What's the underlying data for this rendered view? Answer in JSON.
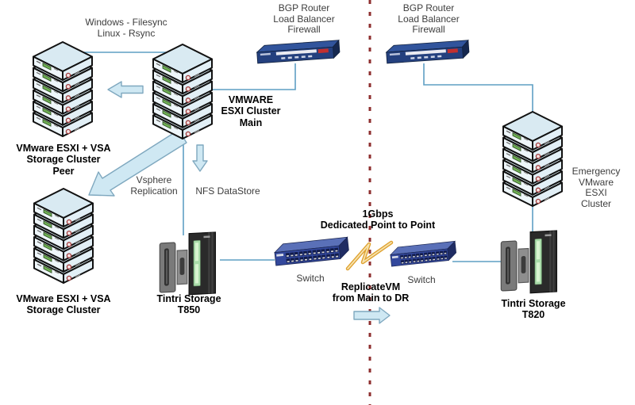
{
  "diagram": {
    "labels": {
      "sync_methods": "Windows - Filesync\nLinux - Rsync",
      "bgp_left": "BGP Router\nLoad Balancer\nFirewall",
      "bgp_right": "BGP Router\nLoad Balancer\nFirewall",
      "main_cluster": "VMWARE\nESXI Cluster\nMain",
      "peer_cluster": "VMware ESXI + VSA\nStorage Cluster\nPeer",
      "vsphere_replication": "Vsphere\nReplication",
      "nfs_datastore": "NFS DataStore",
      "storage_cluster": "VMware ESXI + VSA\nStorage Cluster",
      "tintri_t850": "Tintri Storage\nT850",
      "switch_left": "Switch",
      "switch_right": "Switch",
      "link_speed": "1Gbps\nDedicated Point to Point",
      "replicate_vm": "ReplicateVM\nfrom Main to DR",
      "tintri_t820": "Tintri Storage\nT820",
      "emergency_cluster": "Emergency\nVMware ESXI\nCluster"
    },
    "devices": {
      "server_stacks": [
        "vmware-esxi-vsa-storage-cluster-peer",
        "vmware-esxi-cluster-main",
        "vmware-esxi-vsa-storage-cluster",
        "emergency-vmware-esxi-cluster"
      ],
      "routers": [
        "bgp-router-firewall-main",
        "bgp-router-firewall-dr"
      ],
      "switches": [
        "switch-main",
        "switch-dr"
      ],
      "storage_arrays": [
        "tintri-storage-t850",
        "tintri-storage-t820"
      ],
      "wan_link_icon": "lightning-bolt-icon",
      "site_divider": "dashed-red-divider-line"
    },
    "colors": {
      "line": "#5f9fc4",
      "divider": "#8e2f2f",
      "arrow-fill": "#cfe8f3",
      "arrow-stroke": "#7fa8bf",
      "bolt-outer": "#dfa12f",
      "bolt-inner": "#f7e3ae",
      "server-top": "#d9eaf2",
      "server-left": "#eef6fa",
      "server-right": "#e2eff6",
      "device-navy": "#24407e",
      "device-navy-top": "#31549c",
      "switch-navy": "#33489c",
      "switch-top": "#5a70b8",
      "storage-dark": "#2a2a2a",
      "storage-gray": "#7a7a7a",
      "led-green": "#a9dca9"
    }
  }
}
